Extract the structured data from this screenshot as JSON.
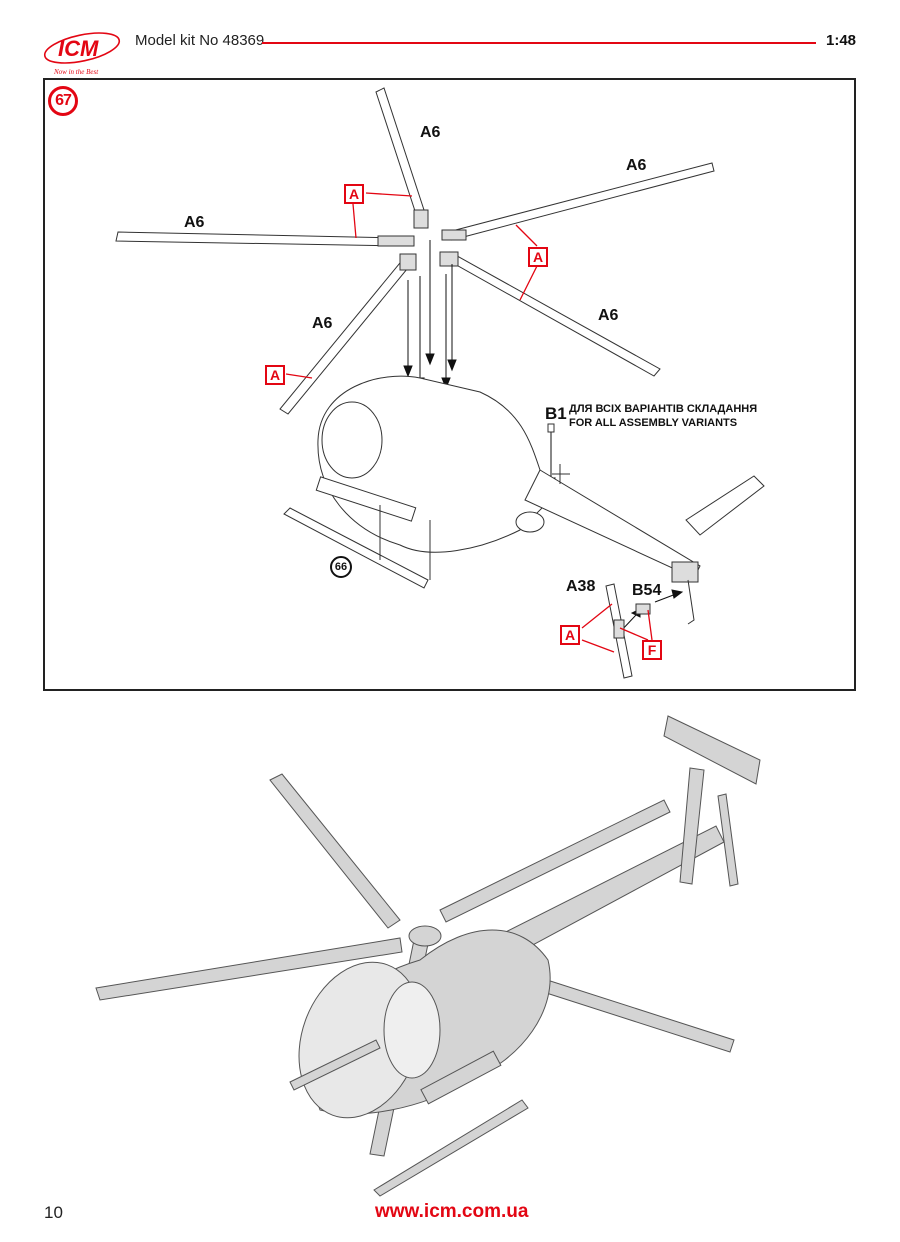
{
  "header": {
    "brand": "ICM",
    "tagline": "Now in the Best",
    "kit_title": "Model kit No 48369",
    "scale": "1:48"
  },
  "step": {
    "number": "67",
    "previous_step_ref": "66",
    "parts": {
      "blade_top": "A6",
      "blade_right_upper": "A6",
      "blade_left": "A6",
      "blade_left_lower": "A6",
      "blade_right_lower": "A6",
      "antenna": "B1",
      "tail_rotor": "A38",
      "tail_hub": "B54"
    },
    "callouts": {
      "glue_top": "A",
      "glue_right": "A",
      "glue_left_lower": "A",
      "glue_tail": "A",
      "paint_tail": "F"
    },
    "note": {
      "ukrainian": "ДЛЯ ВСІХ ВАРІАНТІВ СКЛАДАННЯ",
      "english": "FOR ALL ASSEMBLY VARIANTS"
    }
  },
  "colors": {
    "accent": "#e30613",
    "line": "#222222",
    "render_fill": "#d4d4d4"
  },
  "footer": {
    "page_number": "10",
    "url": "www.icm.com.ua"
  }
}
